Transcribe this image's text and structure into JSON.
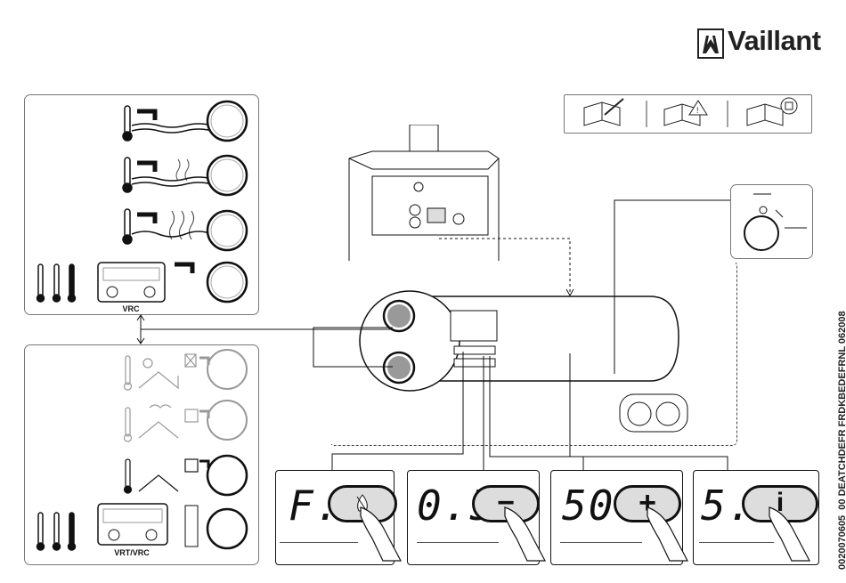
{
  "brand": {
    "name": "Vaillant"
  },
  "left_top_panel": {
    "caption": "VRC"
  },
  "left_bottom_panel": {
    "caption": "VRT/VRC"
  },
  "controller_label": "Vaillant",
  "displays": [
    {
      "text": "F...",
      "button": "flame-icon"
    },
    {
      "text": "0.5",
      "button": "minus-icon"
    },
    {
      "text": "50",
      "button": "plus-icon"
    },
    {
      "text": "5...",
      "button": "info-icon"
    }
  ],
  "button_symbols": {
    "minus": "−",
    "plus": "+",
    "info": "i"
  },
  "side_code": "0020070605_00 DEATCHDEFR FRDKBEDEFRNL   062008"
}
